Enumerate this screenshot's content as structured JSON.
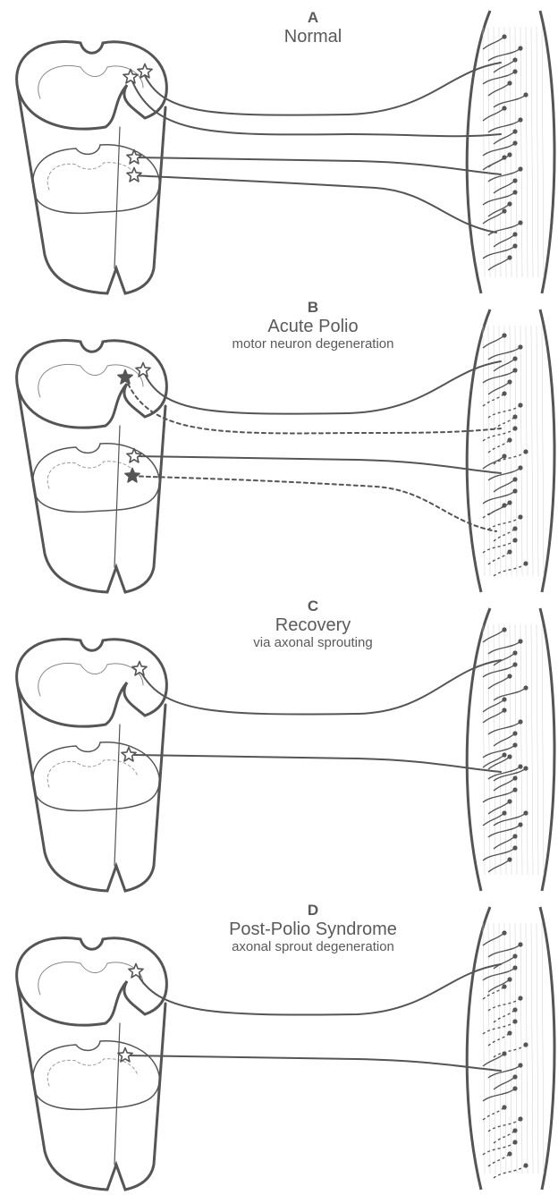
{
  "panels": [
    {
      "letter": "A",
      "title": "Normal",
      "subtitle": ""
    },
    {
      "letter": "B",
      "title": "Acute Polio",
      "subtitle": "motor neuron degeneration"
    },
    {
      "letter": "C",
      "title": "Recovery",
      "subtitle": "via axonal sprouting"
    },
    {
      "letter": "D",
      "title": "Post-Polio Syndrome",
      "subtitle": "axonal sprout degeneration"
    }
  ],
  "colors": {
    "line": "#555555",
    "background": "#ffffff"
  },
  "icons": [
    "motor-neuron-star-icon",
    "degenerated-neuron-star-icon"
  ]
}
